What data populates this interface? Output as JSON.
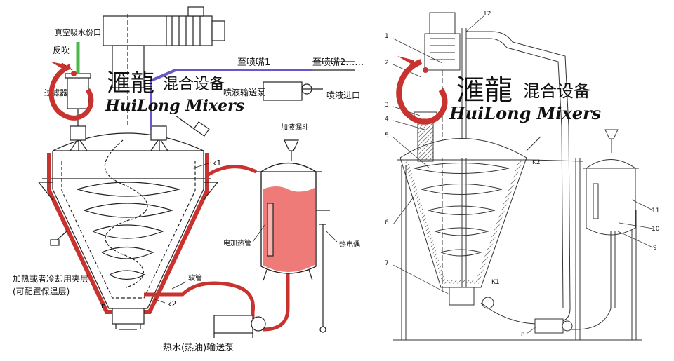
{
  "left_diagram": {
    "labels": {
      "vacuum_inlet": "真空吸水份口",
      "back_blow": "反吹",
      "filter": "过滤器",
      "nozzle1": "至喷嘴1",
      "nozzle2": "至喷嘴2……",
      "spray_pump": "喷液输送泵",
      "spray_inlet": "喷液进口",
      "k1": "k1",
      "k2": "k2",
      "n": "n",
      "funnel": "加液漏斗",
      "heater": "电加热管",
      "thermocouple": "热电偶",
      "hose": "软管",
      "jacket_line1": "加热或者冷却用夹层",
      "jacket_line2": "(可配置保温层)",
      "pump": "热水(热油)输送泵"
    }
  },
  "right_diagram": {
    "part_numbers": [
      "1",
      "2",
      "3",
      "4",
      "5",
      "6",
      "7",
      "8",
      "9",
      "10",
      "11",
      "12"
    ],
    "k1": "K1",
    "k2": "K2"
  },
  "watermark": {
    "cn_main": "滙龍",
    "cn_sub": "混合设备",
    "en": "HuiLong Mixers"
  },
  "colors": {
    "jacket_red": "#c8322f",
    "tank_fill": "#ef7b78",
    "spray_line": "#6a56c9",
    "vacuum_green": "#4db84a",
    "line": "#222222"
  }
}
